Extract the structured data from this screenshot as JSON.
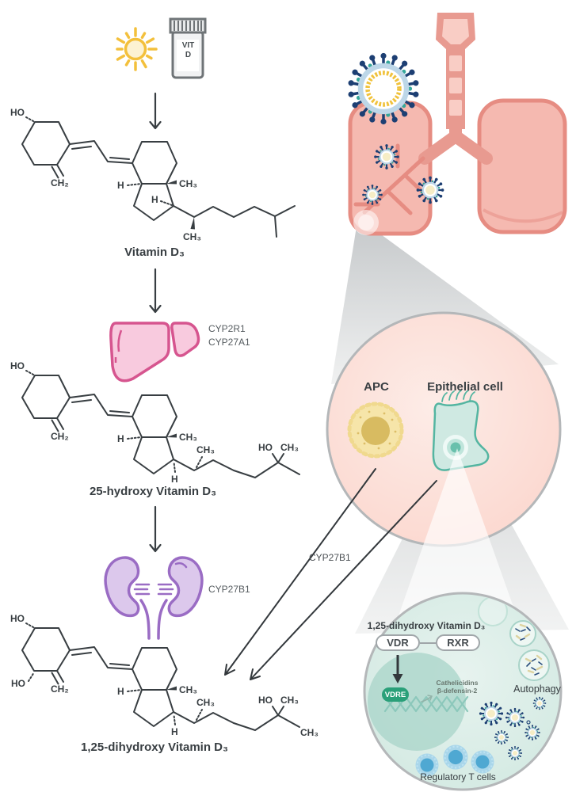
{
  "atoms": {
    "ho": "HO",
    "ch2": "CH₂",
    "ch3": "CH₃",
    "h": "H"
  },
  "supplement": {
    "label": "VIT\nD"
  },
  "pathway": {
    "d3_label": "Vitamin D₃",
    "oh25_label": "25-hydroxy Vitamin D₃",
    "oh125_label": "1,25-dihydroxy Vitamin D₃"
  },
  "enzymes": {
    "liver": [
      "CYP2R1",
      "CYP27A1"
    ],
    "kidney": "CYP27B1",
    "immune": "CYP27B1"
  },
  "alveolus": {
    "apc": "APC",
    "epithelial": "Epithelial cell"
  },
  "nucleus_panel": {
    "ligand": "1,25-dihydroxy Vitamin D₃",
    "vdr": "VDR",
    "rxr": "RXR",
    "vdre": "VDRE",
    "products": "Cathelicidins\nβ-defensin-2",
    "autophagy": "Autophagy",
    "treg": "Regulatory T cells"
  },
  "colors": {
    "lung_fill": "#f5b9b0",
    "lung_outline": "#e68c82",
    "liver_fill": "#f8cade",
    "liver_outline": "#d6558f",
    "kidney_fill": "#dcc8ec",
    "kidney_outline": "#9a6cc4",
    "virus_navy": "#1d3f73",
    "virus_teal": "#35a79b",
    "virus_rna": "#f0c23c",
    "sun_yellow": "#f3c03c",
    "apc_fill": "#f6e5a9",
    "epithelial_teal": "#54b5a1",
    "vdre_green": "#2aa079",
    "treg_blue": "#4fa8d2",
    "alveolus_circle": "#fbd8d0",
    "cell_circle": "#d2e9e2"
  }
}
